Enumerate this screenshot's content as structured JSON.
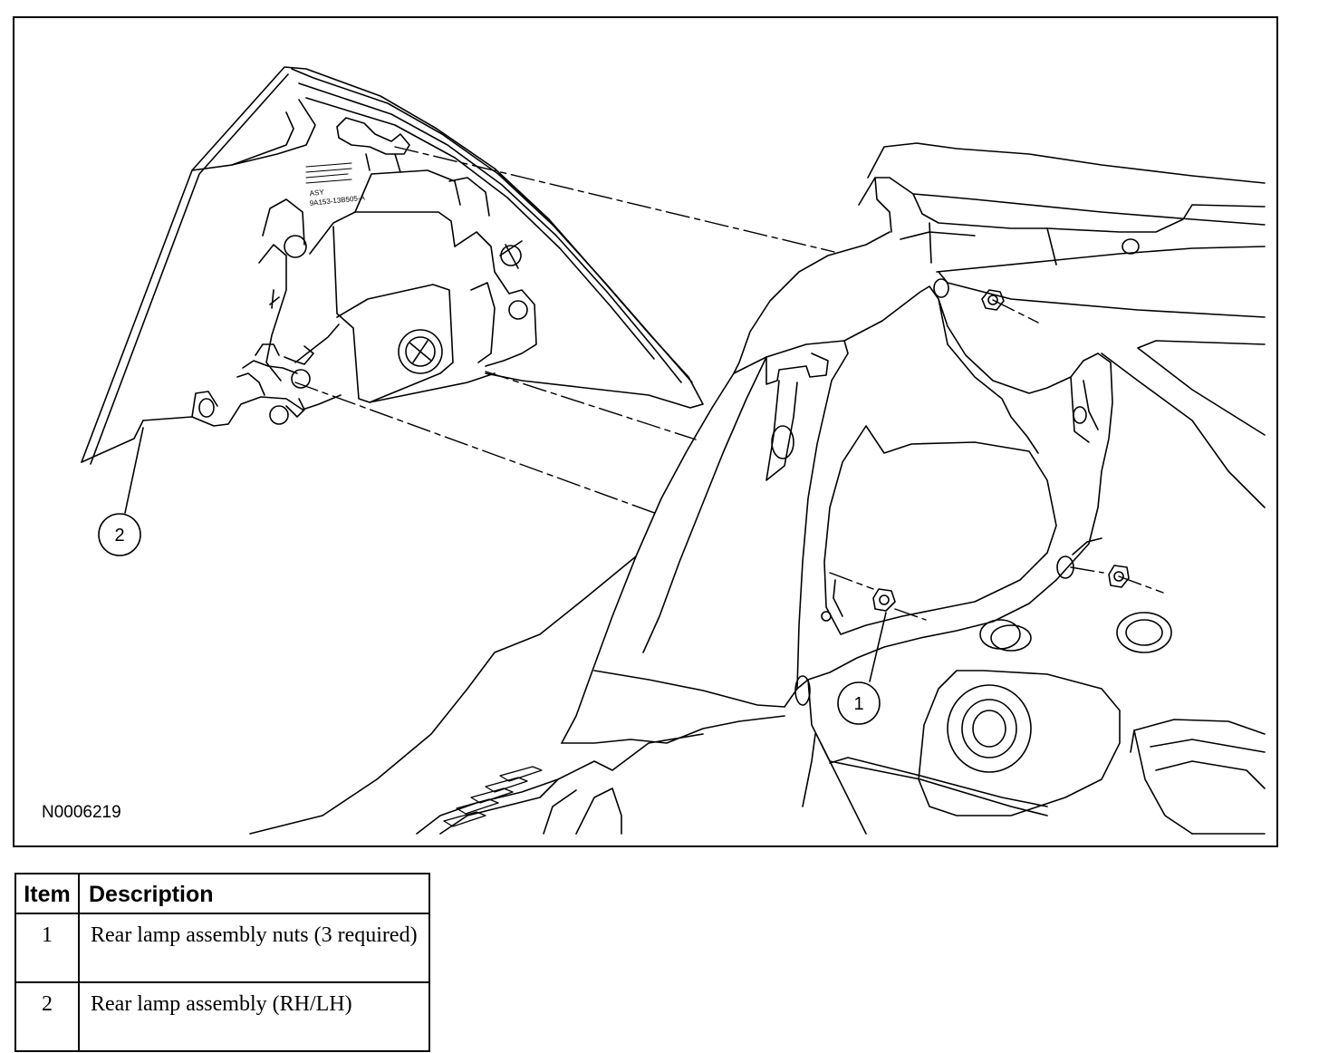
{
  "figure": {
    "id_label": "N0006219",
    "part_label_line1": "ASY",
    "part_label_line2": "9A153-13B505-A",
    "callouts": [
      "1",
      "2"
    ],
    "line_color": "#000000",
    "background": "#ffffff"
  },
  "legend": {
    "headers": {
      "item": "Item",
      "description": "Description"
    },
    "rows": [
      {
        "item": "1",
        "description": "Rear lamp assembly nuts (3 required)"
      },
      {
        "item": "2",
        "description": "Rear lamp assembly (RH/LH)"
      }
    ]
  }
}
